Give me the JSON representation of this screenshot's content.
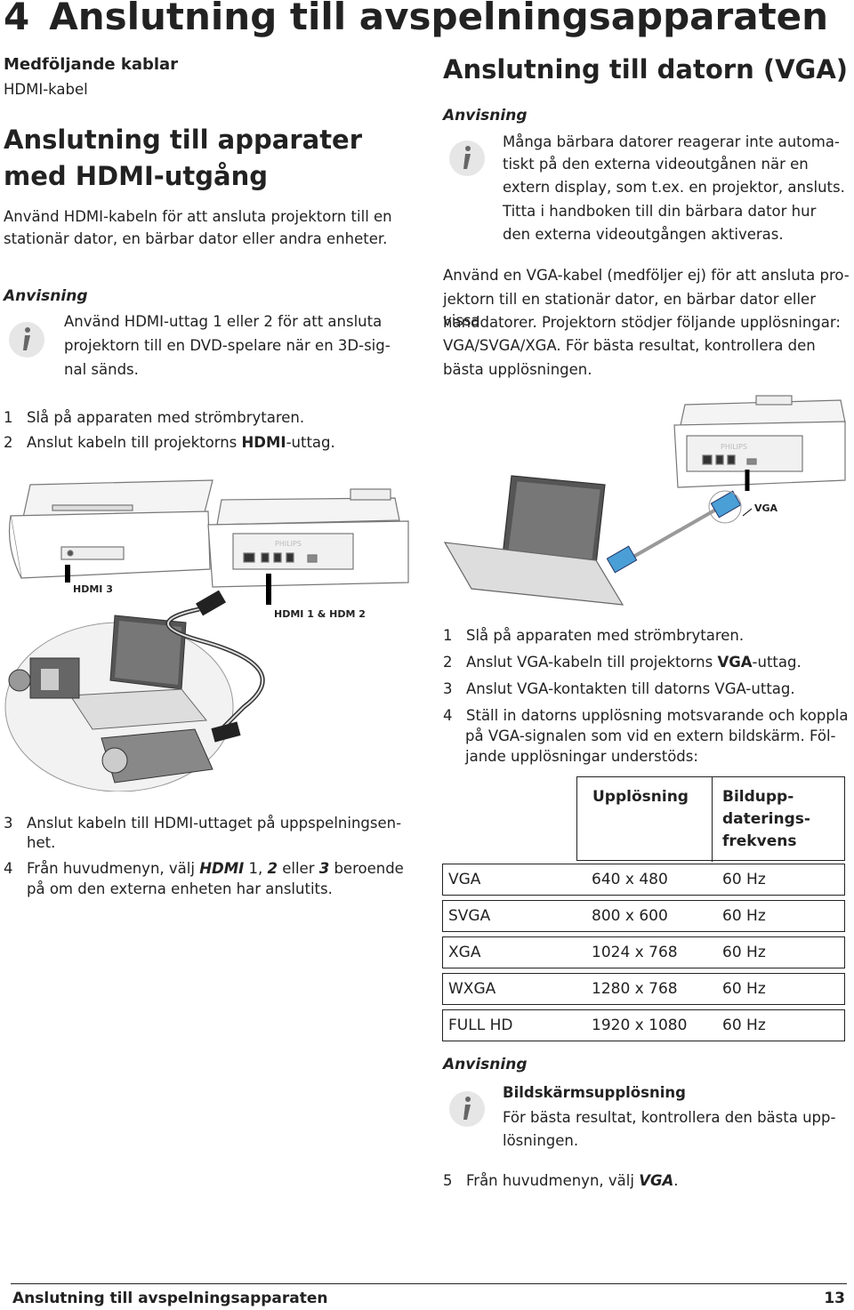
{
  "page": {
    "chapter_number": "4",
    "chapter_title": "Anslutning till avspelningsapparaten"
  },
  "left": {
    "cables_heading": "Medföljande kablar",
    "cables_item": "HDMI-kabel",
    "hdmi_heading_line1": "Anslutning till apparater",
    "hdmi_heading_line2": "med HDMI-utgång",
    "hdmi_intro_line1": "Använd HDMI-kabeln för att ansluta projektorn till en",
    "hdmi_intro_line2": "stationär dator, en bärbar dator eller andra enheter.",
    "note_label": "Anvisning",
    "note_line1": "Använd HDMI-uttag 1 eller 2 för att ansluta",
    "note_line2": "projektorn till en DVD-spelare när en 3D-sig-",
    "note_line3": "nal sänds.",
    "step1_n": "1",
    "step1": "Slå på apparaten med strömbrytaren.",
    "step2_n": "2",
    "step2_pre": "Anslut kabeln till projektorns ",
    "step2_bold": "HDMI",
    "step2_post": "-uttag.",
    "figure_label_hdmi3": "HDMI 3",
    "figure_label_hdmi12": "HDMI 1 & HDM 2",
    "figure_brand": "PHILIPS",
    "step3_n": "3",
    "step3_line1": "Anslut kabeln till HDMI-uttaget på uppspelningsen-",
    "step3_line2": "het.",
    "step4_n": "4",
    "step4_line1_pre": "Från huvudmenyn, välj ",
    "step4_line1_hdmi": "HDMI",
    "step4_line1_mid1": " 1, ",
    "step4_line1_two": "2",
    "step4_line1_mid2": " eller ",
    "step4_line1_three": "3",
    "step4_line1_post": " beroende",
    "step4_line2": "på om den externa enheten har anslutits."
  },
  "right": {
    "vga_heading": "Anslutning till datorn (VGA)",
    "note1_label": "Anvisning",
    "note1_line1": "Många bärbara datorer reagerar inte automa-",
    "note1_line2": "tiskt på den externa videoutgånen när en",
    "note1_line3": "extern display, som t.ex. en projektor, ansluts.",
    "note1_line4": "Titta i handboken till din bärbara dator hur",
    "note1_line5": "den externa videoutgången aktiveras.",
    "para_line1": "Använd en VGA-kabel (medföljer ej) för att ansluta pro-",
    "para_line2": "jektorn till en stationär dator, en bärbar dator eller vissa",
    "para_line3": "handdatorer. Projektorn stödjer följande upplösningar:",
    "para_line4": "VGA/SVGA/XGA. För bästa resultat, kontrollera den",
    "para_line5": "bästa upplösningen.",
    "figure_label_vga": "VGA",
    "figure_brand": "PHILIPS",
    "step1_n": "1",
    "step1": "Slå på apparaten med strömbrytaren.",
    "step2_n": "2",
    "step2_pre": "Anslut VGA-kabeln till projektorns ",
    "step2_bold": "VGA",
    "step2_post": "-uttag.",
    "step3_n": "3",
    "step3": "Anslut VGA-kontakten till datorns VGA-uttag.",
    "step4_n": "4",
    "step4_line1": "Ställ in datorns upplösning motsvarande och koppla",
    "step4_line2": "på VGA-signalen som vid en extern bildskärm. Föl-",
    "step4_line3": "jande upplösningar understöds:",
    "table": {
      "header_col2": "Upplösning",
      "header_col3_line1": "Bildupp-",
      "header_col3_line2": "daterings-",
      "header_col3_line3": "frekvens",
      "rows": [
        {
          "name": "VGA",
          "res": "640 x 480",
          "freq": "60 Hz"
        },
        {
          "name": "SVGA",
          "res": "800 x 600",
          "freq": "60 Hz"
        },
        {
          "name": "XGA",
          "res": "1024 x 768",
          "freq": "60 Hz"
        },
        {
          "name": "WXGA",
          "res": "1280 x 768",
          "freq": "60 Hz"
        },
        {
          "name": "FULL HD",
          "res": "1920 x 1080",
          "freq": "60 Hz"
        }
      ]
    },
    "note2_label": "Anvisning",
    "note2_title": "Bildskärmsupplösning",
    "note2_line1": "För bästa resultat, kontrollera den bästa upp-",
    "note2_line2": "lösningen.",
    "step5_n": "5",
    "step5_pre": "Från huvudmenyn, välj ",
    "step5_bold": "VGA",
    "step5_post": "."
  },
  "footer": {
    "title": "Anslutning till avspelningsapparaten",
    "page_number": "13"
  }
}
